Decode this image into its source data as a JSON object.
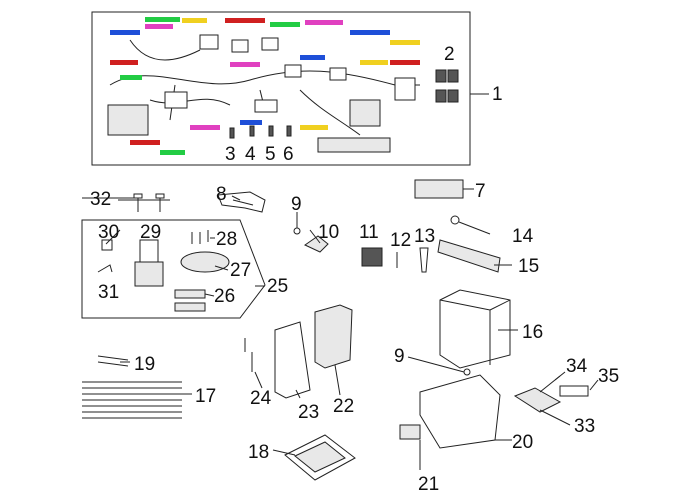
{
  "callouts": {
    "c1": "1",
    "c2": "2",
    "c3": "3",
    "c4": "4",
    "c5": "5",
    "c6": "6",
    "c7": "7",
    "c8": "8",
    "c9a": "9",
    "c9b": "9",
    "c10": "10",
    "c11": "11",
    "c12": "12",
    "c13": "13",
    "c14": "14",
    "c15": "15",
    "c16": "16",
    "c17": "17",
    "c18": "18",
    "c19": "19",
    "c20": "20",
    "c21": "21",
    "c22": "22",
    "c23": "23",
    "c24": "24",
    "c25": "25",
    "c26": "26",
    "c27": "27",
    "c28": "28",
    "c29": "29",
    "c30": "30",
    "c31": "31",
    "c32": "32",
    "c33": "33",
    "c34": "34",
    "c35": "35"
  },
  "colors": {
    "line": "#222222",
    "wire_green": "#22cc44",
    "wire_magenta": "#e040c0",
    "wire_blue": "#1e4fd8",
    "wire_yellow": "#f0d020",
    "wire_red": "#d02020"
  }
}
